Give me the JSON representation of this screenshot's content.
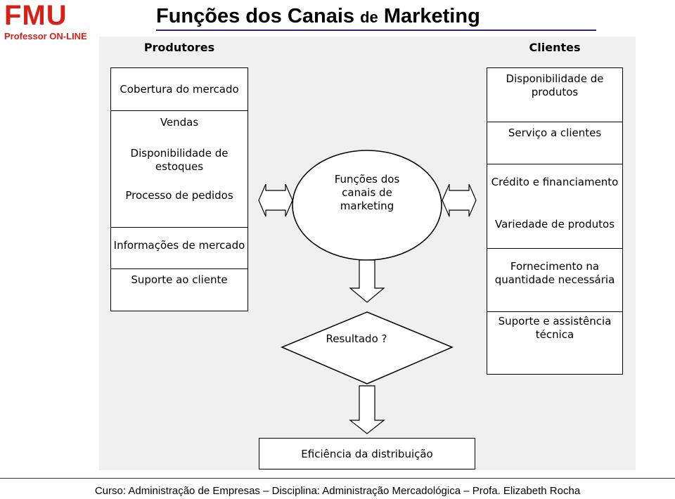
{
  "header": {
    "logo_main": "FMU",
    "logo_sub": "Professor ON-LINE",
    "title_part1": "Funções dos Canais ",
    "title_part2": "de",
    "title_part3": " Marketing"
  },
  "producers": {
    "heading": "Produtores",
    "items": [
      "Cobertura do mercado",
      "Vendas",
      "Disponibilidade de estoques",
      "Processo de pedidos",
      "Informações de mercado",
      "Suporte ao cliente"
    ]
  },
  "clients": {
    "heading": "Clientes",
    "items": [
      "Disponibilidade de produtos",
      "Serviço a clientes",
      "Crédito e financiamento",
      "Variedade de produtos",
      "Fornecimento na quantidade necessária",
      "Suporte e assistência técnica"
    ]
  },
  "center": {
    "ellipse_label": "Funções dos canais de marketing",
    "diamond_label": "Resultado ?",
    "result_label": "Eficiência da distribuição"
  },
  "footer": {
    "text": "Curso: Administração de Empresas – Disciplina: Administração Mercadológica – Profa. Elizabeth Rocha"
  },
  "colors": {
    "brand_red": "#d91f16",
    "rule_navy": "#2b2b6b",
    "panel_gray": "#f0f0f0"
  }
}
